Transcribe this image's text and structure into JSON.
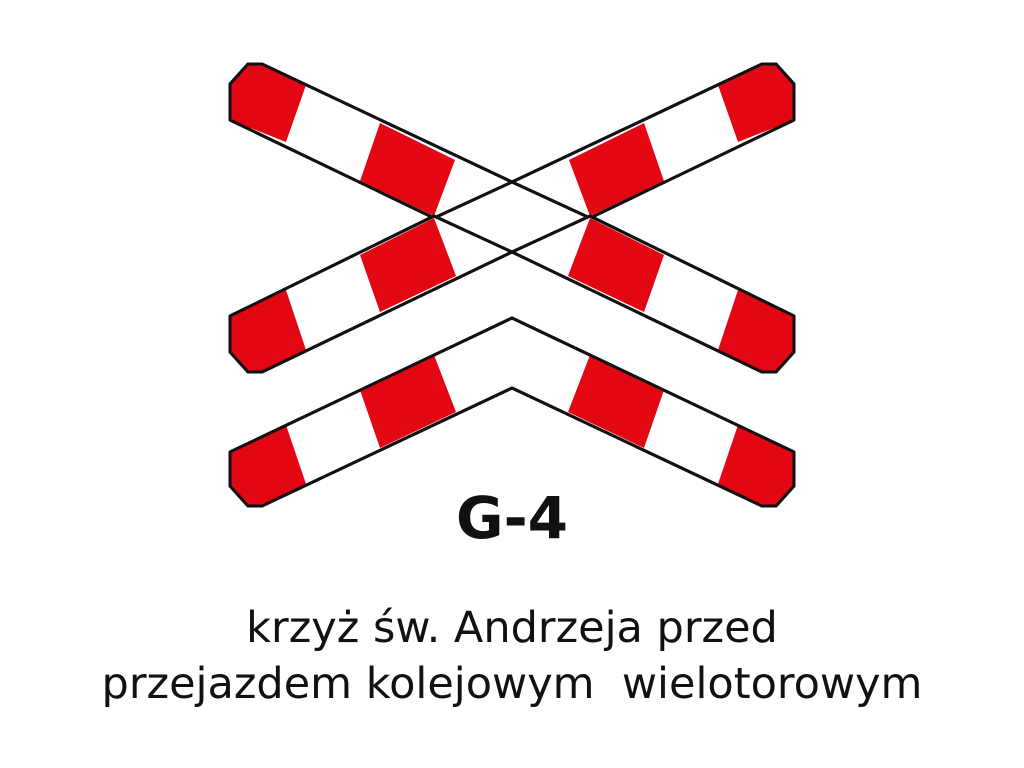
{
  "sign": {
    "code": "G-4",
    "caption_line1": "krzyż św. Andrzeja przed",
    "caption_line2": "przejazdem kolejowym  wielotorowym",
    "colors": {
      "red": "#e30613",
      "white": "#ffffff",
      "outline": "#111111"
    }
  }
}
